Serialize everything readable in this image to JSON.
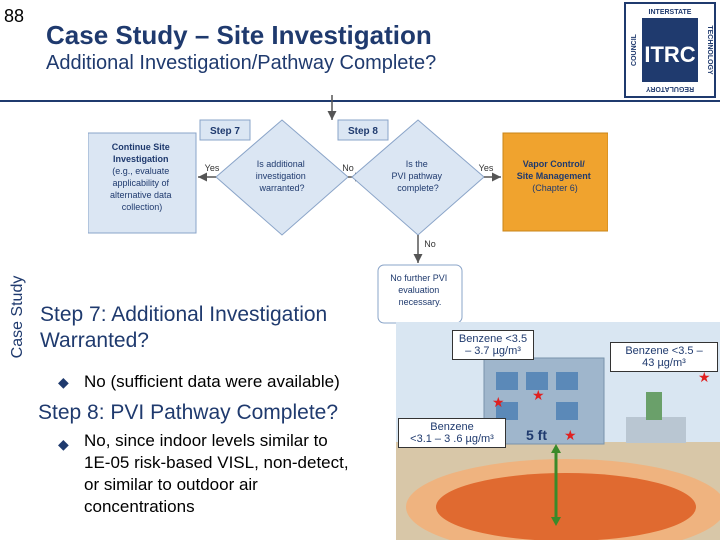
{
  "slide_number": "88",
  "title": "Case Study – Site Investigation",
  "subtitle": "Additional Investigation/Pathway Complete?",
  "side_label": "Case Study",
  "logo": {
    "top_text": "INTERSTATE",
    "right_text": "TECHNOLOGY",
    "bottom_text": "REGULATORY",
    "left_text": "COUNCIL",
    "mark": "ITRC"
  },
  "flowchart": {
    "step7_label": "Step 7",
    "step8_label": "Step 8",
    "continue_box": [
      "Continue Site",
      "Investigation",
      "(e.g., evaluate",
      "applicability of",
      "alternative data",
      "collection)"
    ],
    "diamond7": [
      "Is additional",
      "investigation",
      "warranted?"
    ],
    "diamond8": [
      "Is the",
      "PVI pathway",
      "complete?"
    ],
    "vapor_box": [
      "Vapor Control/",
      "Site Management",
      "(Chapter 6)"
    ],
    "yes_left": "Yes",
    "no_mid": "No",
    "yes_right": "Yes",
    "no_down": "No",
    "end_box": [
      "No further PVI",
      "evaluation",
      "necessary."
    ]
  },
  "content": {
    "step7_prefix": "Step 7:",
    "step7_text": " Additional Investigation",
    "step7_text2": "Warranted?",
    "step7_bullet": "No (sufficient data were available)",
    "step8_prefix": "Step 8:",
    "step8_text": " PVI Pathway Complete?",
    "step8_bullet": [
      "No, since indoor levels similar to",
      "1E-05 risk-based VISL, non-detect,",
      "or similar to outdoor air",
      "concentrations"
    ]
  },
  "diagram": {
    "callout_upper": [
      "Benzene <3.5",
      "– 3.7 µg/m³"
    ],
    "callout_right": [
      "Benzene <3.5 –",
      "43 µg/m³"
    ],
    "callout_lower": [
      "Benzene",
      "<3.1 – 3 .6 µg/m³"
    ],
    "distance": "5 ft"
  },
  "colors": {
    "title": "#1f3a6e",
    "flow_box_fill": "#dbe6f3",
    "vapor_box_fill": "#f0a32e",
    "plume": "#e06a30",
    "red_star": "#e02020",
    "green_arrow": "#3a8a2a"
  }
}
